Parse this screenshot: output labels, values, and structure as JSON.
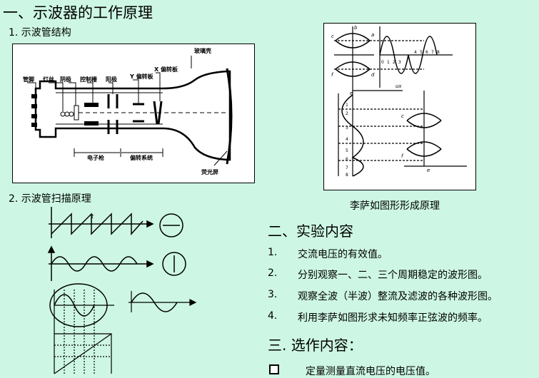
{
  "title": "一、示波器的工作原理",
  "section1": {
    "label": "1.  示波管结构",
    "diagram_labels": {
      "glass": "玻璃壳",
      "pin": "管脚",
      "filament": "灯丝",
      "cathode": "阴极",
      "grid": "控制栅",
      "anode": "阳极",
      "ydefl": "Y 偏转板",
      "xdefl": "X 偏转板",
      "gun": "电子枪",
      "deflsys": "偏转系统",
      "screen": "荧光屏"
    }
  },
  "section2": {
    "label": "2.  示波管扫描原理",
    "sweep_label": "t"
  },
  "lissajous": {
    "caption": "李萨如图形形成原理",
    "labels": {
      "c": "c",
      "b": "b",
      "a": "a",
      "f": "f",
      "d": "d",
      "e": "e",
      "ux": "ux",
      "x_ticks": [
        "0",
        "1",
        "2",
        "3",
        "4",
        "5",
        "6",
        "7",
        "8"
      ]
    }
  },
  "experiment": {
    "heading": "二、实验内容",
    "items": [
      {
        "num": "1.",
        "text": "交流电压的有效值。"
      },
      {
        "num": "2.",
        "text": "分别观察一、二、三个周期稳定的波形图。"
      },
      {
        "num": "3.",
        "text": "观察全波（半波）整流及滤波的各种波形图。"
      },
      {
        "num": "4.",
        "text": "利用李萨如图形求未知频率正弦波的频率。"
      }
    ]
  },
  "optional": {
    "heading": "三. 选作内容：",
    "items": [
      {
        "text": "定量测量直流电压的电压值。"
      }
    ]
  }
}
